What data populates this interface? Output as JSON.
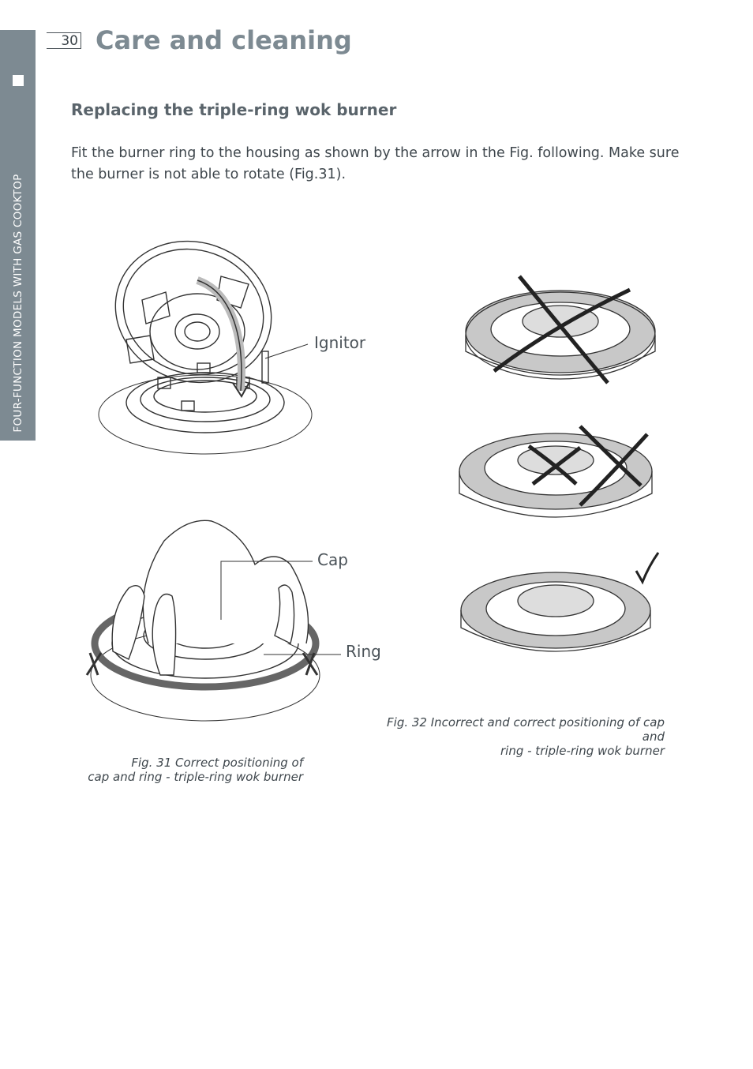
{
  "page": {
    "number": "30",
    "title": "Care and cleaning",
    "side_tab": "FOUR-FUNCTION MODELS WITH GAS COOKTOP"
  },
  "section": {
    "title": "Replacing the triple-ring wok burner",
    "body": "Fit the burner ring to the housing as shown by the arrow in the Fig. following. Make sure the burner is not able to rotate (Fig.31)."
  },
  "labels": {
    "ignitor": "Ignitor",
    "cap": "Cap",
    "ring": "Ring"
  },
  "captions": {
    "fig31_line1": "Fig. 31 Correct positioning of",
    "fig31_line2": "cap and ring - triple-ring wok burner",
    "fig32_line1": "Fig. 32 Incorrect and correct positioning of cap and",
    "fig32_line2": "ring - triple-ring wok burner"
  }
}
